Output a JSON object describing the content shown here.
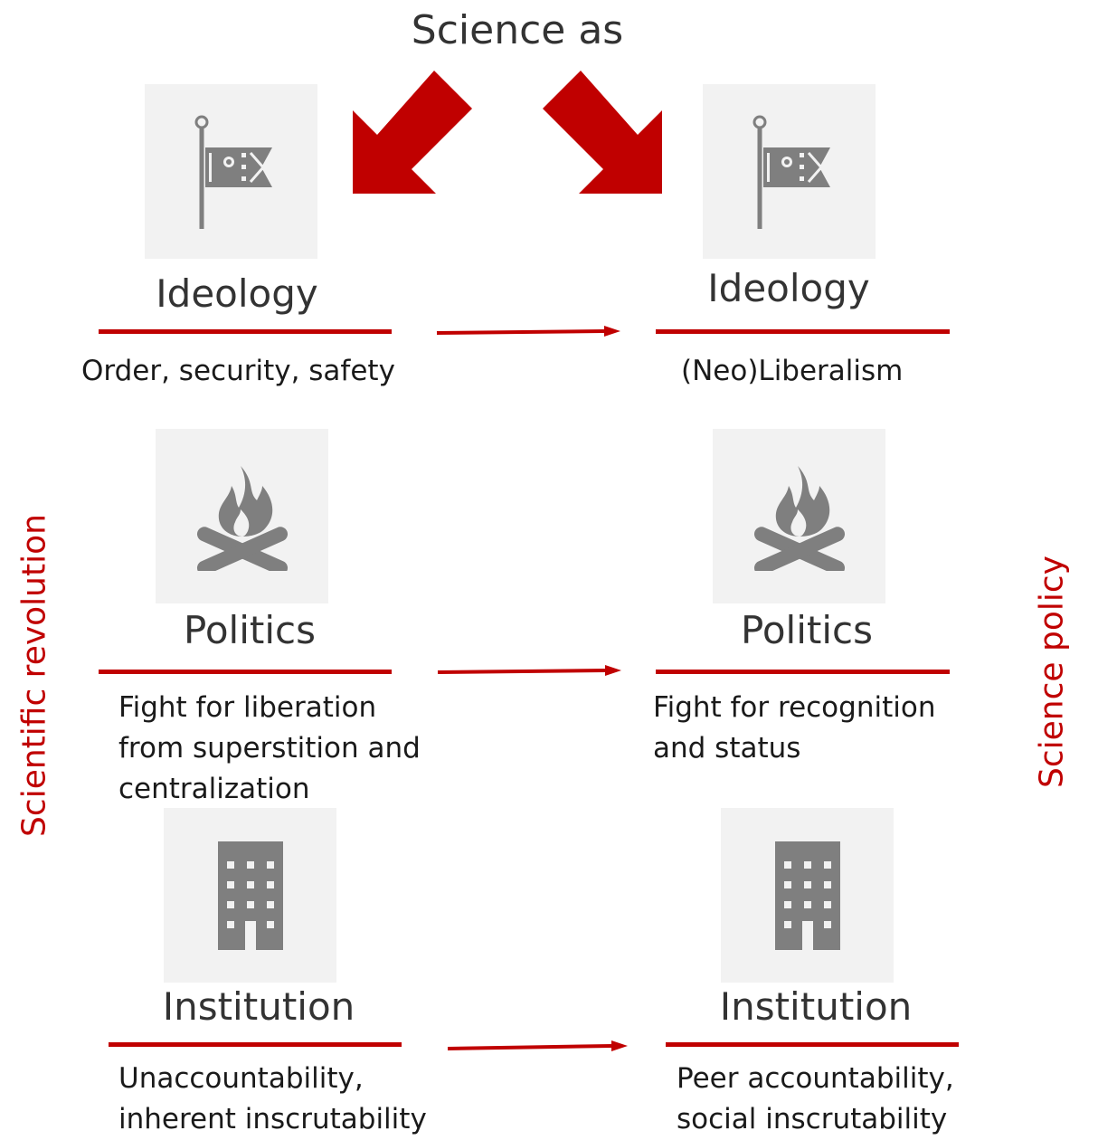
{
  "title": "Science as",
  "left_side_label": "Scientific revolution",
  "right_side_label": "Science policy",
  "accent_color": "#c00000",
  "icon_color": "#7f7f7f",
  "rows": [
    {
      "icon": "windsock-icon",
      "left": {
        "heading": "Ideology",
        "lines": [
          "Order, security, safety"
        ]
      },
      "right": {
        "heading": "Ideology",
        "lines": [
          "(Neo)Liberalism"
        ]
      }
    },
    {
      "icon": "campfire-icon",
      "left": {
        "heading": "Politics",
        "lines": [
          "Fight for liberation",
          "from superstition and",
          "centralization"
        ]
      },
      "right": {
        "heading": "Politics",
        "lines": [
          "Fight for recognition",
          "and status"
        ]
      }
    },
    {
      "icon": "office-building-icon",
      "left": {
        "heading": "Institution",
        "lines": [
          "Unaccountability,",
          "inherent inscrutability"
        ]
      },
      "right": {
        "heading": "Institution",
        "lines": [
          "Peer accountability,",
          "social inscrutability"
        ]
      }
    }
  ]
}
